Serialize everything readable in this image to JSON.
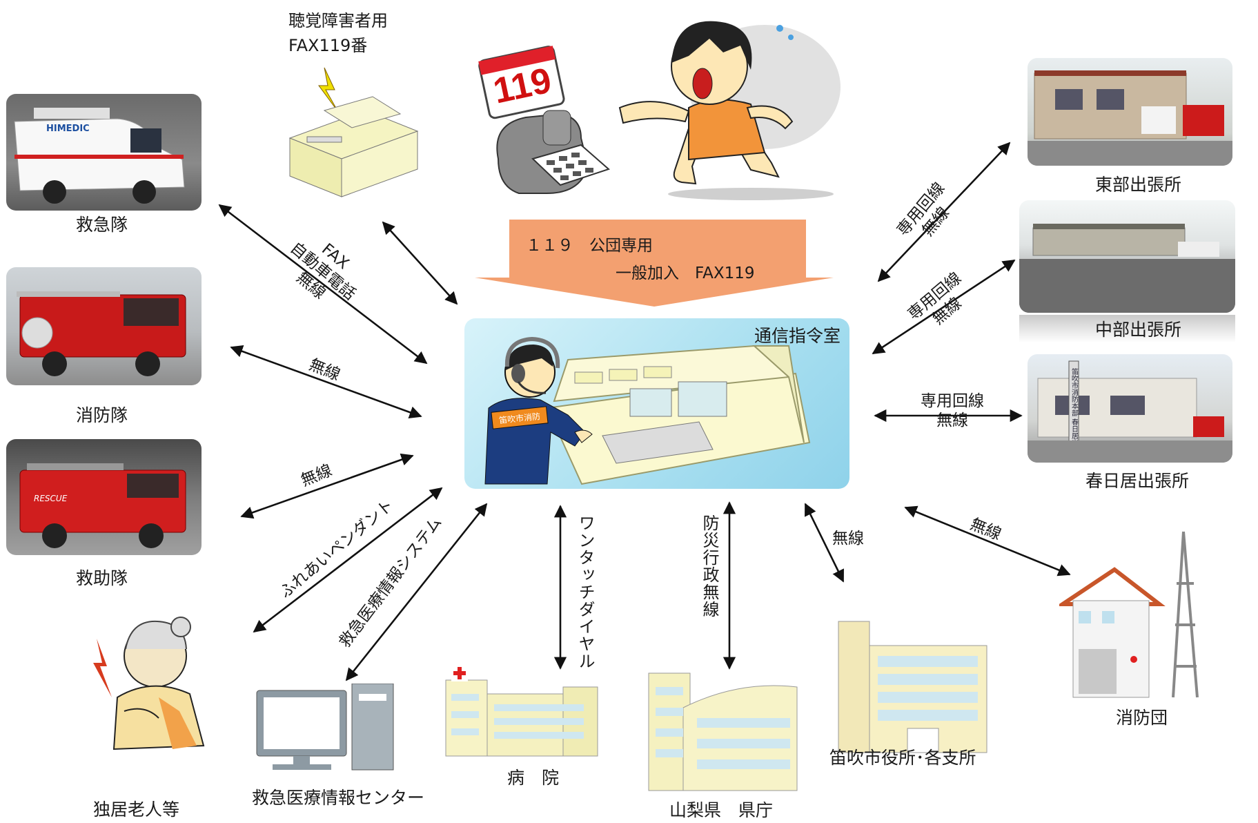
{
  "fax_label": [
    "聴覚障害者用",
    "FAX119番"
  ],
  "banner": {
    "line1": "１１９　公団専用",
    "line2": "一般加入　FAX119",
    "color": "#f3a070"
  },
  "center": {
    "label": "通信指令室",
    "vest_text": "笛吹市消防"
  },
  "badge_119": "119",
  "units": {
    "ambulance": "救急隊",
    "fire_team": "消防隊",
    "rescue_team": "救助隊",
    "east_branch": "東部出張所",
    "central_branch": "中部出張所",
    "kasugai_branch": "春日居出張所",
    "volunteer_fire": "消防団",
    "city_hall": "笛吹市役所･各支所",
    "prefecture": "山梨県　県庁",
    "hospital": "病　院",
    "medical_center": "救急医療情報センター",
    "elderly": "独居老人等"
  },
  "photo_text": {
    "himedic": "HIMEDIC",
    "rescue": "RESCUE",
    "sign": "笛吹市消防本部 春日居出張所"
  },
  "links": {
    "ambulance": [
      "FAX",
      "自動車電話",
      "無線"
    ],
    "fire_team": "無線",
    "rescue_team": "無線",
    "east_branch": [
      "専用回線",
      "無線"
    ],
    "central_branch": [
      "専用回線",
      "無線"
    ],
    "kasugai_branch": [
      "専用回線",
      "無線"
    ],
    "elderly": "ふれあいペンダント",
    "medical_center": "救急医療情報システム",
    "hospital": "ワンタッチダイヤル",
    "prefecture": "防災行政無線",
    "city_hall": "無線",
    "volunteer_fire": "無線"
  }
}
